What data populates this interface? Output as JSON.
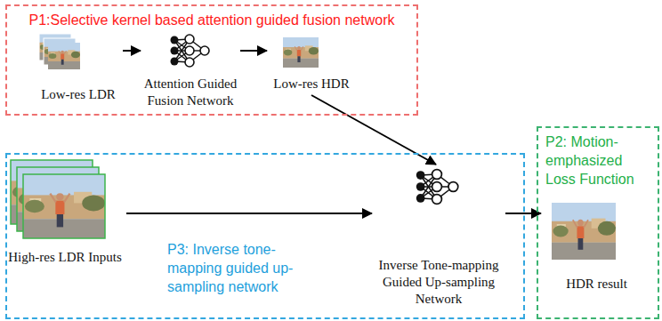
{
  "diagram": {
    "nodes": [
      {
        "text": [
          "P1:Selective kernel based attention guided fusion network"
        ]
      },
      {
        "text": [
          "Low-res LDR"
        ],
        "in": 0
      },
      {
        "text": [
          "Attention Guided Fusion Network"
        ],
        "in": 0
      },
      {
        "text": [
          "Low-res HDR"
        ],
        "in": 0
      },
      {
        "text": [
          "P3: Inverse tone-mapping guided up-sampling network"
        ]
      },
      {
        "text": [
          "High-res LDR Inputs"
        ],
        "in": 4
      },
      {
        "text": [
          "Inverse Tone-mapping Guided Up-sampling Network"
        ],
        "in": 4
      },
      {
        "text": [
          "P2: Motion-emphasized Loss Function"
        ]
      },
      {
        "text": [
          "HDR result"
        ],
        "in": 7
      }
    ],
    "edges": [
      {
        "from": 1,
        "to": 2,
        "arrow": "to"
      },
      {
        "from": 2,
        "to": 3,
        "arrow": "to"
      },
      {
        "from": 3,
        "to": 6,
        "arrow": "to"
      },
      {
        "from": 5,
        "to": 6,
        "arrow": "to"
      },
      {
        "from": 6,
        "to": 8,
        "arrow": "to"
      }
    ]
  }
}
